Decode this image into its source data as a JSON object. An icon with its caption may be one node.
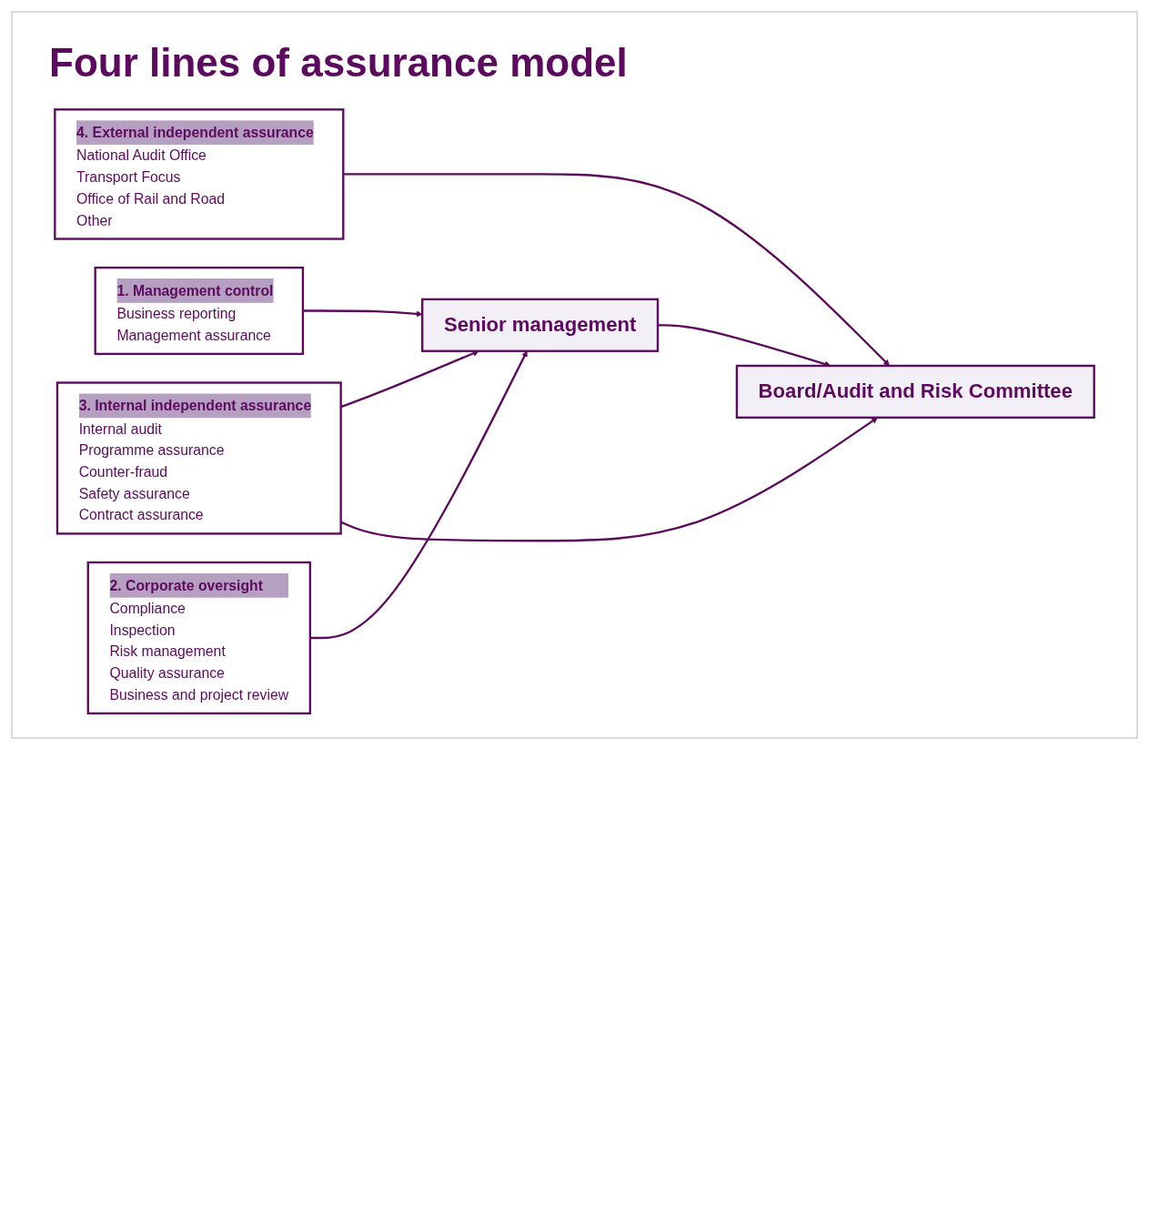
{
  "diagram": {
    "title": "Four lines of assurance model",
    "nodes": [
      {
        "text": [
          "1. Management control",
          "Business reporting",
          "Management assurance"
        ]
      },
      {
        "text": [
          "2. Corporate oversight",
          "Compliance",
          "Inspection",
          "Risk management",
          "Quality assurance",
          "Business and project review"
        ]
      },
      {
        "text": [
          "3. Internal independent assurance",
          "Internal audit",
          "Programme assurance",
          "Counter-fraud",
          "Safety assurance",
          "Contract assurance"
        ]
      },
      {
        "text": [
          "4. External independent assurance",
          "National Audit Office",
          "Transport Focus",
          "Office of Rail and Road",
          "Other"
        ]
      },
      {
        "text": [
          "Senior management"
        ]
      },
      {
        "text": [
          "Board/Audit and Risk Committee"
        ]
      }
    ],
    "edges": [
      {
        "from": 0,
        "to": 4,
        "arrow": "to"
      },
      {
        "from": 1,
        "to": 4,
        "arrow": "to"
      },
      {
        "from": 2,
        "to": 4,
        "arrow": "to"
      },
      {
        "from": 2,
        "to": 5,
        "arrow": "to"
      },
      {
        "from": 3,
        "to": 5,
        "arrow": "to"
      },
      {
        "from": 4,
        "to": 5,
        "arrow": "to"
      }
    ]
  }
}
